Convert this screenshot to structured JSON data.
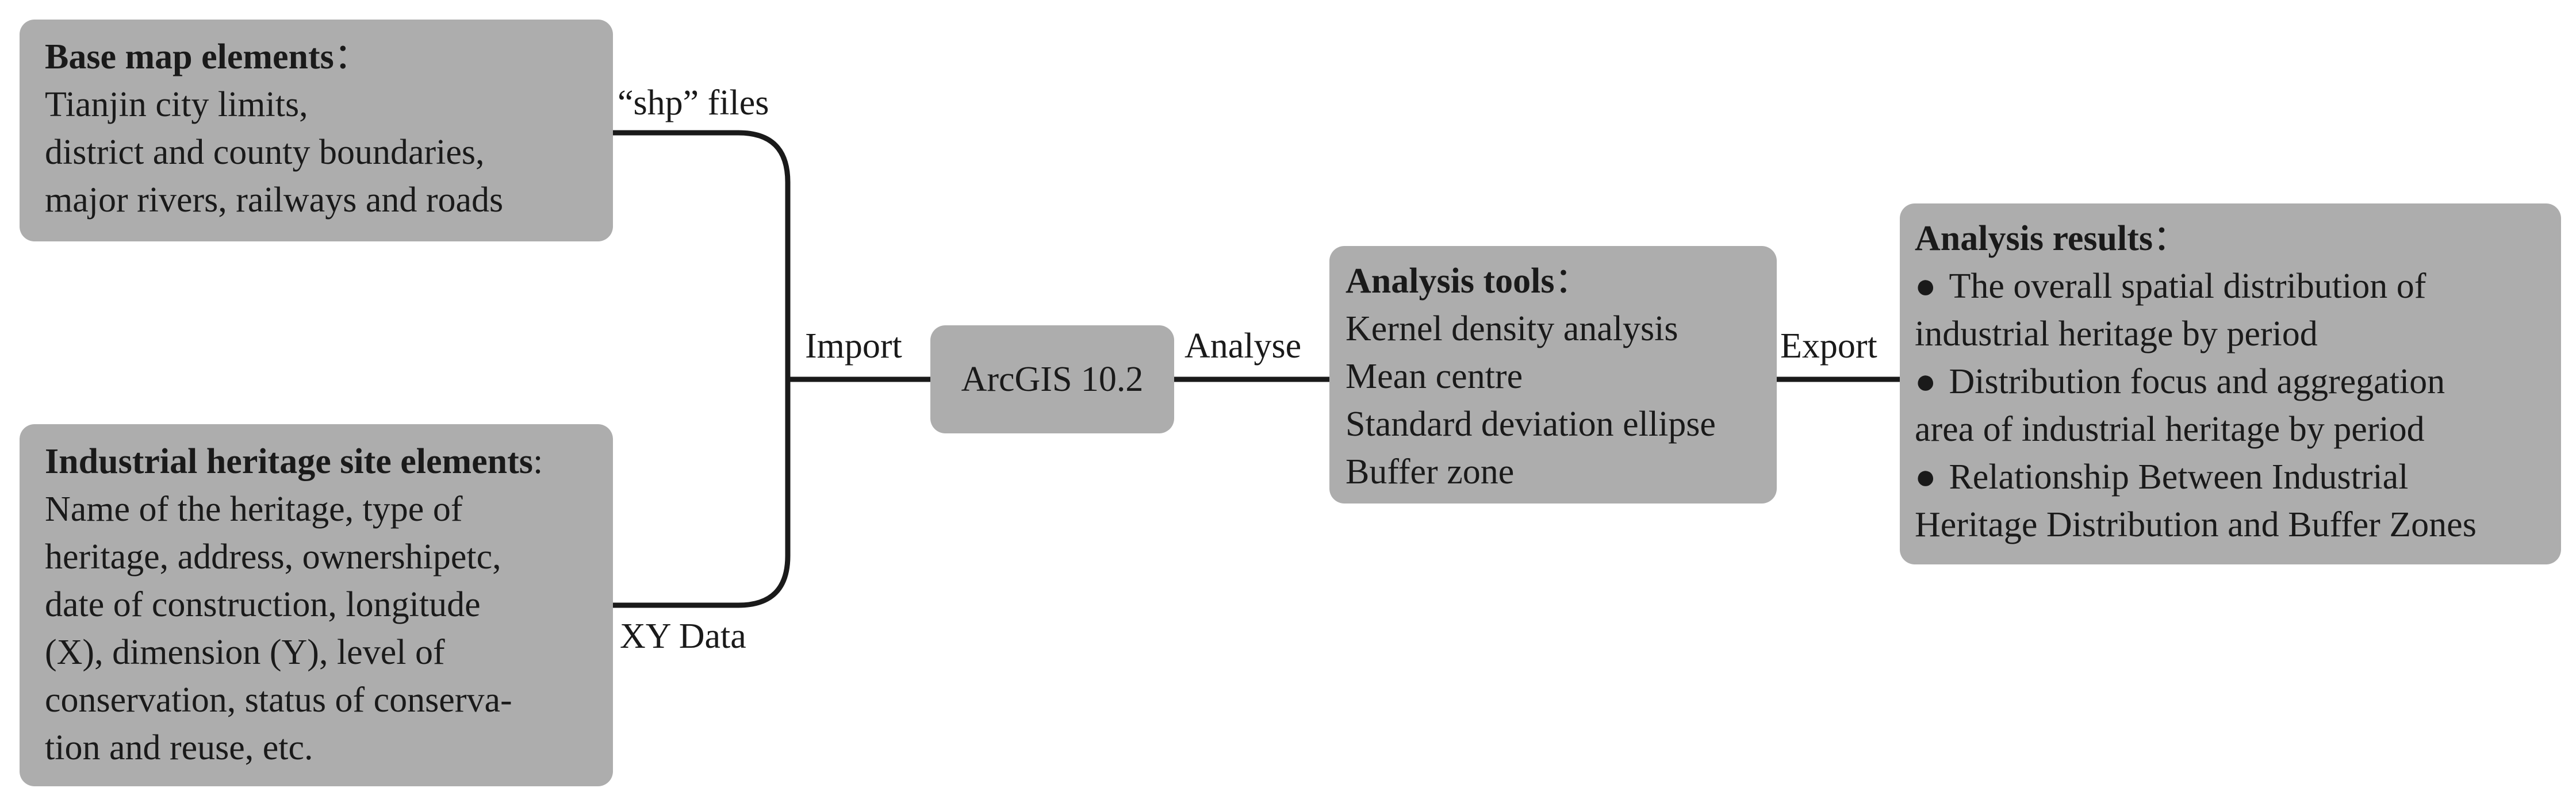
{
  "base_map": {
    "title": "Base map elements",
    "colon": "：",
    "lines": [
      "Tianjin city limits,",
      "district and county boundaries,",
      "major rivers, railways and roads"
    ]
  },
  "industrial_heritage": {
    "title": "Industrial heritage site elements",
    "colon": ":",
    "lines": [
      "Name of the heritage, type of",
      "heritage, address,  ownershipetc,",
      "date of construction, longitude",
      "(X), dimension (Y), level of",
      "conservation, status of conserva-",
      "tion and reuse, etc."
    ]
  },
  "edge_labels": {
    "shp_files": "“shp” files",
    "xy_data": "XY Data",
    "import": "Import",
    "analyse": "Analyse",
    "export": "Export"
  },
  "arcgis": {
    "label": "ArcGIS 10.2"
  },
  "analysis_tools": {
    "title": "Analysis tools",
    "colon": "：",
    "items": [
      "Kernel density analysis",
      "Mean centre",
      "Standard deviation ellipse",
      "Buffer zone"
    ]
  },
  "analysis_results": {
    "title": "Analysis  results",
    "colon": "：",
    "items": [
      [
        "The overall spatial distribution of",
        "industrial heritage by period"
      ],
      [
        "Distribution focus and aggregation",
        "area of industrial heritage by period"
      ],
      [
        "Relationship Between Industrial",
        "Heritage Distribution and Buffer Zones"
      ]
    ]
  },
  "colors": {
    "box_fill": "#adadad",
    "connector": "#1a1a1a"
  }
}
